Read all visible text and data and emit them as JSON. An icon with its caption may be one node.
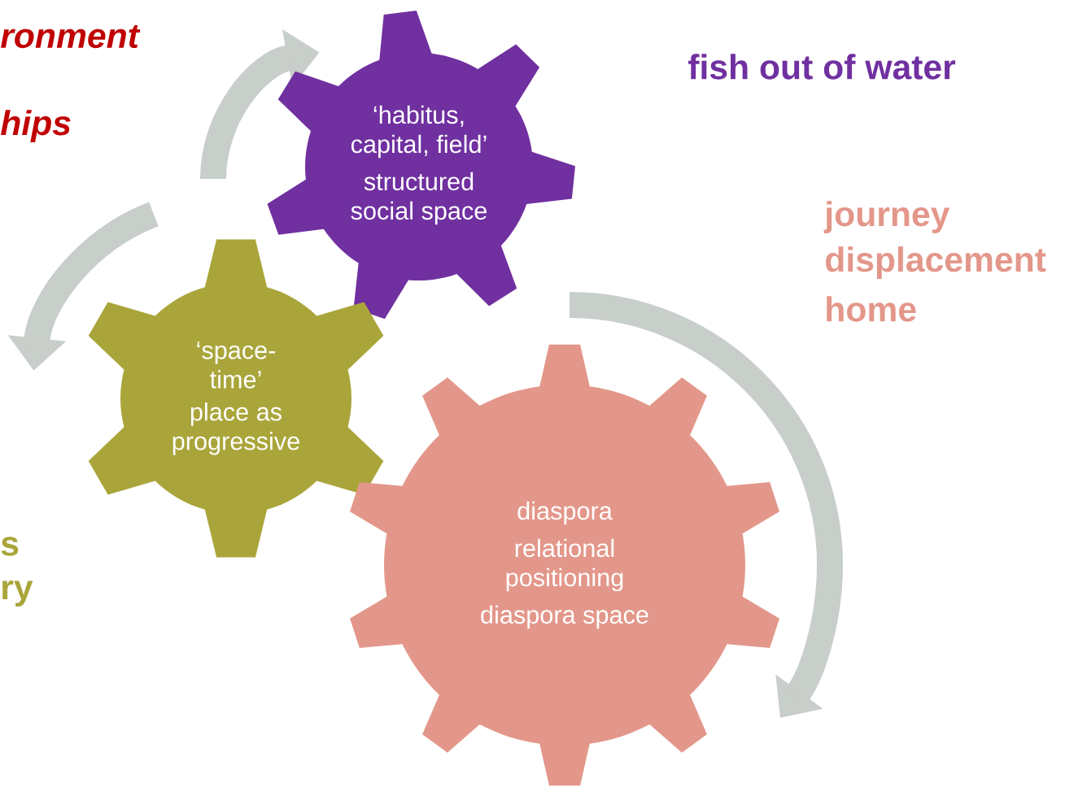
{
  "diagram": {
    "nodes": [
      {
        "text": [
          "‘habitus, capital, field’",
          "structured social space"
        ]
      },
      {
        "text": [
          "‘space-time’",
          "place as progressive"
        ]
      },
      {
        "text": [
          "diaspora",
          "relational positioning",
          "diaspora space"
        ]
      }
    ],
    "labels": [
      "ronment",
      "fish out of water",
      "hips",
      "journey",
      "displacement",
      "home",
      "s",
      "ry"
    ]
  }
}
